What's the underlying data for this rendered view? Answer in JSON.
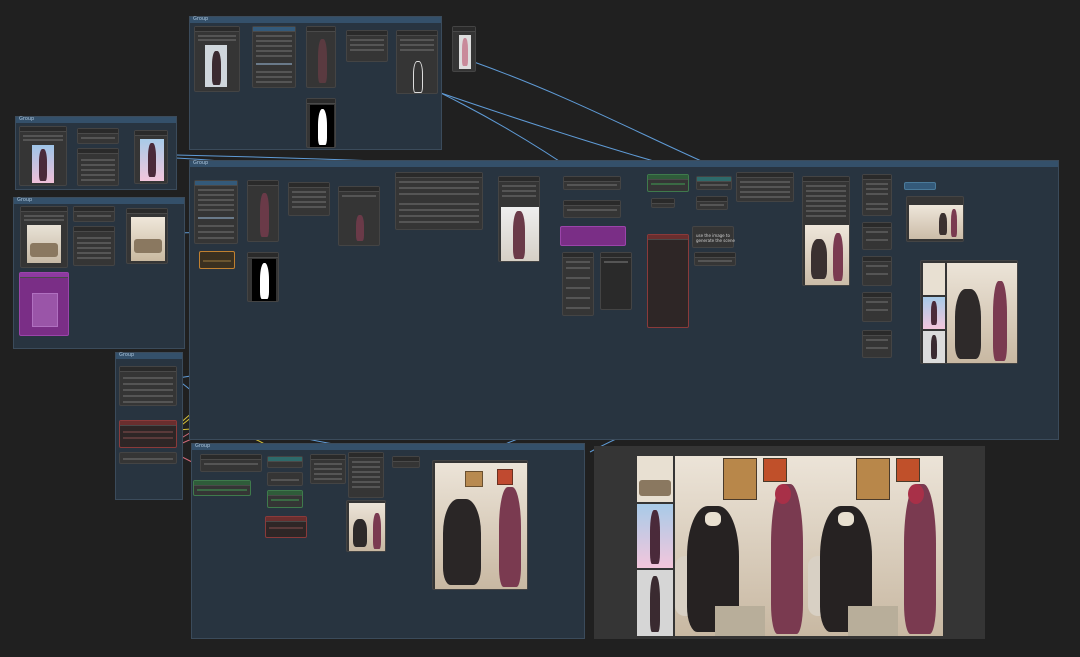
{
  "app": "node-graph editor canvas",
  "groups": [
    {
      "id": "top",
      "title": "Group"
    },
    {
      "id": "left-a",
      "title": "Group"
    },
    {
      "id": "left-b",
      "title": "Group"
    },
    {
      "id": "main",
      "title": "Group"
    },
    {
      "id": "loaders",
      "title": "Group"
    },
    {
      "id": "bottom",
      "title": "Group"
    }
  ],
  "note_text": "use the image to\ngenerate the scene",
  "colors": {
    "canvas": "#202020",
    "group": "#283440",
    "group_header": "#34506a",
    "node": "#353535",
    "wire_blue": "#5f9bd6",
    "wire_yellow": "#d6c23a",
    "wire_pink": "#d06a7a",
    "wire_purple": "#a070d0",
    "wire_green": "#6ac06a",
    "wire_teal": "#47b3b3"
  }
}
